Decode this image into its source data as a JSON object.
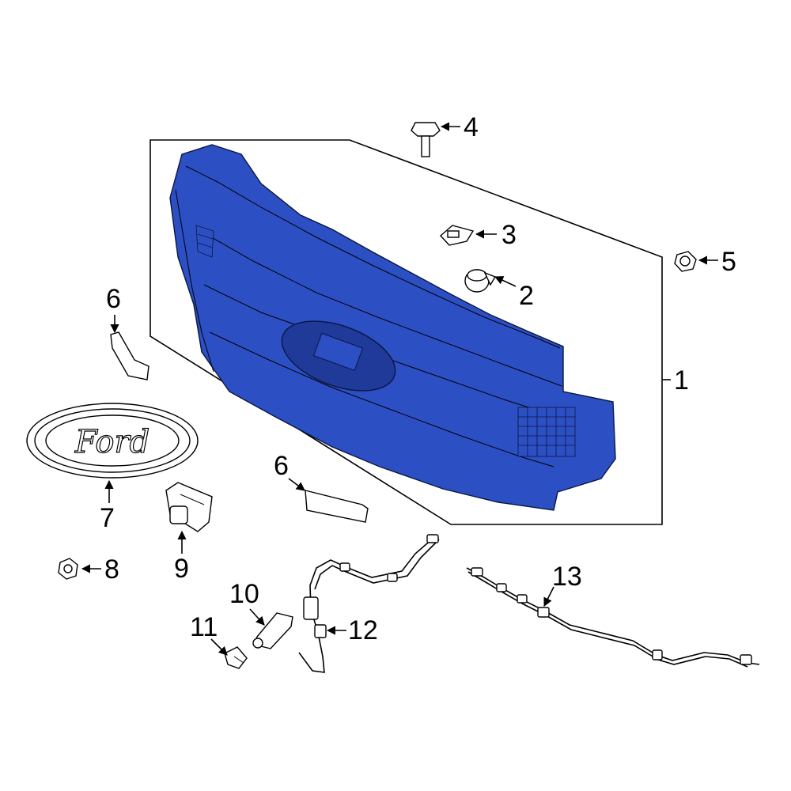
{
  "colors": {
    "highlight": "#2d4fc4",
    "highlight_dark": "#1f3a99",
    "outline": "#000000",
    "background": "#ffffff"
  },
  "callouts": {
    "c1": "1",
    "c2": "2",
    "c3": "3",
    "c4": "4",
    "c5": "5",
    "c6a": "6",
    "c6b": "6",
    "c7": "7",
    "c8": "8",
    "c9": "9",
    "c10": "10",
    "c11": "11",
    "c12": "12",
    "c13": "13"
  },
  "emblem": {
    "text": "Ford"
  }
}
